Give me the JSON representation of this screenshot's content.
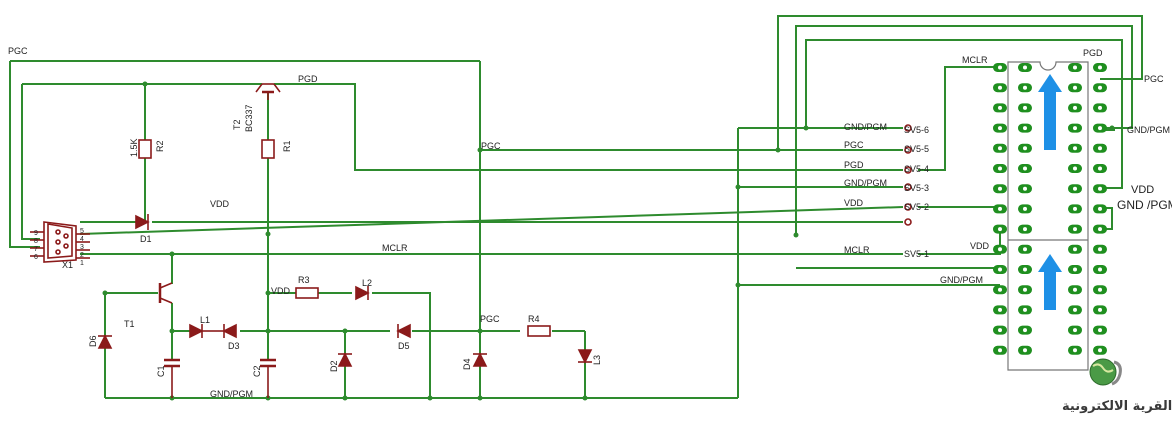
{
  "colors": {
    "wire": "#2e8b2e",
    "part": "#8b1a1a",
    "pad": "#1f8f1f",
    "arrow": "#1e90e6",
    "text": "#222222"
  },
  "labels": {
    "pgc_left": "PGC",
    "pgd_top": "PGD",
    "t2": "T2",
    "bc337": "BC337",
    "r1": "R1",
    "r2": "R2",
    "r2_val": "1.5K",
    "pgc_mid": "PGC",
    "vdd_mid": "VDD",
    "mclr_mid": "MCLR",
    "d1": "D1",
    "x1": "X1",
    "t1": "T1",
    "d6": "D6",
    "c1": "C1",
    "c2": "C2",
    "l1": "L1",
    "d3": "D3",
    "r3": "R3",
    "l2": "L2",
    "vdd_r3": "VDD",
    "d2": "D2",
    "d5": "D5",
    "pgc_r4": "PGC",
    "r4": "R4",
    "d4": "D4",
    "l3": "L3",
    "gnd_bottom": "GND/PGM",
    "sv_gnd1": "GND/PGM",
    "sv_pgc": "PGC",
    "sv_pgd": "PGD",
    "sv_gnd2": "GND/PGM",
    "sv_vdd": "VDD",
    "sv_mclr": "MCLR",
    "sv6": "SV5-6",
    "sv5": "SV5-5",
    "sv4": "SV5-4",
    "sv3": "SV5-3",
    "sv2": "SV5-2",
    "sv1": "SV5-1",
    "mclr_sock": "MCLR",
    "pgd_sock": "PGD",
    "pgc_sock": "PGC",
    "gnd_sock": "GND/PGM",
    "vdd_sock_big": "VDD",
    "gnd_sock_big": "GND /PGM",
    "vdd_sock_small": "VDD",
    "gnd_sock_small": "GND/PGM",
    "db9_pins": [
      "9",
      "8",
      "7",
      "6",
      "5",
      "4",
      "3",
      "2",
      "1"
    ],
    "logo_text": "القرية الالكترونية"
  }
}
